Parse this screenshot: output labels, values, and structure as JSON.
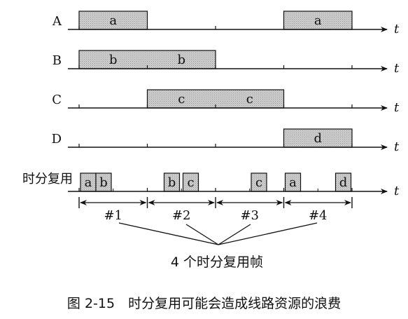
{
  "rows": [
    {
      "label": "A",
      "slots": [
        {
          "seg": 0,
          "text": "a"
        },
        {
          "seg": 3,
          "text": "a"
        }
      ]
    },
    {
      "label": "B",
      "slots": [
        {
          "seg": 0,
          "text": "b"
        },
        {
          "seg": 1,
          "text": "b"
        }
      ]
    },
    {
      "label": "C",
      "slots": [
        {
          "seg": 1,
          "text": "c"
        },
        {
          "seg": 2,
          "text": "c"
        }
      ]
    },
    {
      "label": "D",
      "slots": [
        {
          "seg": 3,
          "text": "d"
        }
      ]
    }
  ],
  "tdm": {
    "label": "时分复用",
    "cells": [
      {
        "seg": 0,
        "pos": 0,
        "text": "a"
      },
      {
        "seg": 0,
        "pos": 1,
        "text": "b"
      },
      {
        "seg": 1,
        "pos": 1,
        "text": "b"
      },
      {
        "seg": 1,
        "pos": 2,
        "text": "c"
      },
      {
        "seg": 2,
        "pos": 2,
        "text": "c"
      },
      {
        "seg": 3,
        "pos": 0,
        "text": "a"
      },
      {
        "seg": 3,
        "pos": 3,
        "text": "d"
      }
    ]
  },
  "axis_label": "t",
  "frames": [
    "#1",
    "#2",
    "#3",
    "#4"
  ],
  "frames_caption": "4 个时分复用帧",
  "caption": "图 2-15　时分复用可能会造成线路资源的浪费",
  "colors": {
    "fill": "#c8c8c8",
    "stroke": "#111111",
    "text": "#111111"
  }
}
